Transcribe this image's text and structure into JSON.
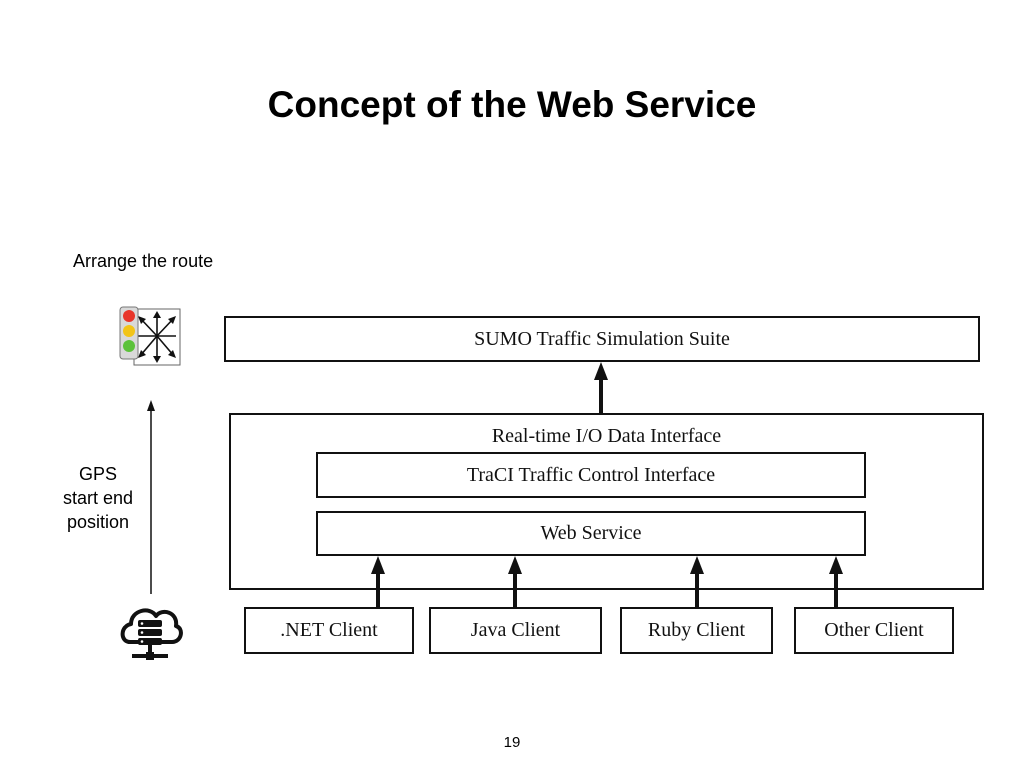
{
  "slide": {
    "title": "Concept of the Web Service",
    "page_number": "19"
  },
  "notes": {
    "route": "Arrange the route",
    "gps_lines": [
      "GPS",
      "start end",
      "position"
    ]
  },
  "diagram": {
    "sumo": "SUMO Traffic Simulation Suite",
    "realtime": "Real-time I/O Data Interface",
    "traci": "TraCI Traffic Control Interface",
    "webservice": "Web Service",
    "clients": [
      ".NET Client",
      "Java Client",
      "Ruby Client",
      "Other Client"
    ]
  },
  "icons": {
    "top": "traffic-light-icon",
    "bottom": "cloud-server-icon"
  },
  "colors": {
    "light_red": "#e8352a",
    "light_yellow": "#f2c418",
    "light_green": "#5cc23a",
    "line": "#111111"
  }
}
